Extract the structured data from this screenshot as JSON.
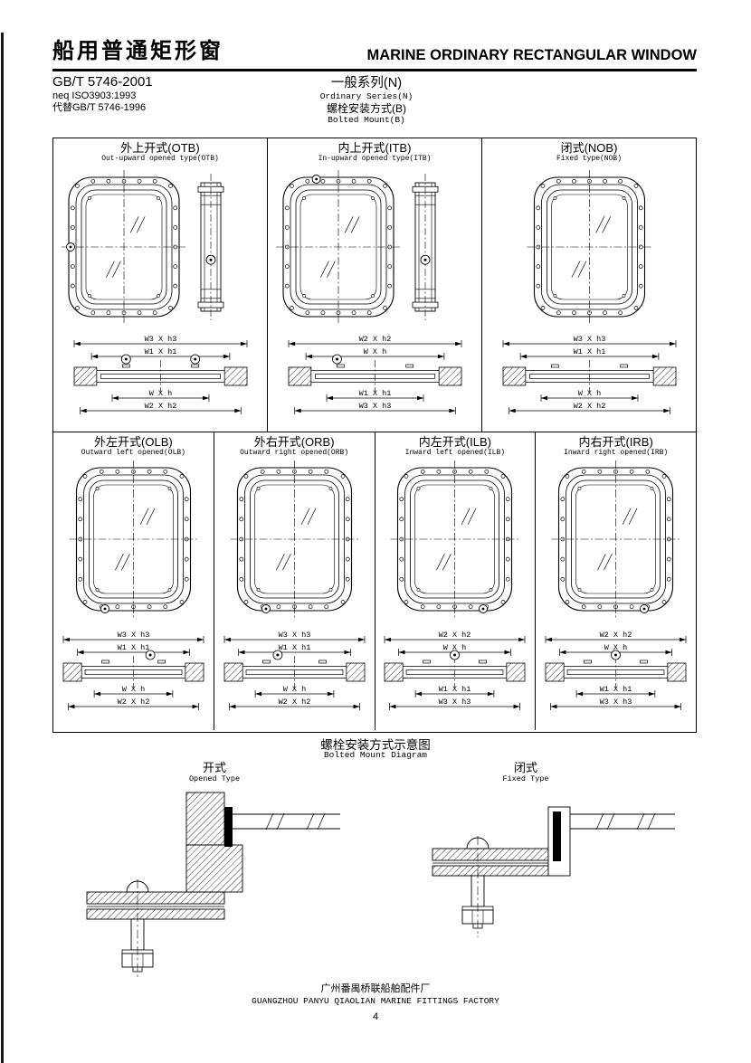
{
  "header": {
    "title_zh": "船用普通矩形窗",
    "title_en": "MARINE ORDINARY RECTANGULAR WINDOW"
  },
  "standard": {
    "code": "GB/T 5746-2001",
    "equivalence": "neq ISO3903:1993",
    "replaces": "代替GB/T 5746-1996"
  },
  "series": {
    "zh": "一般系列(N)",
    "en": "Ordinary Series(N)",
    "mount_zh": "螺栓安装方式(B)",
    "mount_en": "Bolted Mount(B)"
  },
  "panels_row1": [
    {
      "zh": "外上开式(OTB)",
      "en": "Out-upward opened type(OTB)",
      "dims": {
        "top": [
          "W3 X h3",
          "W1 X h1"
        ],
        "bottom": [
          "W X h",
          "W2 X h2"
        ]
      }
    },
    {
      "zh": "内上开式(ITB)",
      "en": "In-upward opened type(ITB)",
      "dims": {
        "top": [
          "W2 X h2",
          "W X h"
        ],
        "bottom": [
          "W1 X h1",
          "W3 X h3"
        ]
      }
    },
    {
      "zh": "闭式(NOB)",
      "en": "Fixed type(NOB)",
      "dims": {
        "top": [
          "W3 X h3",
          "W1 X h1"
        ],
        "bottom": [
          "W X h",
          "W2 X h2"
        ]
      }
    }
  ],
  "panels_row2": [
    {
      "zh": "外左开式(OLB)",
      "en": "Outward left opened(OLB)",
      "dims": {
        "top": [
          "W3 X h3",
          "W1 X h1"
        ],
        "bottom": [
          "W X h",
          "W2 X h2"
        ]
      }
    },
    {
      "zh": "外右开式(ORB)",
      "en": "Outward right opened(ORB)",
      "dims": {
        "top": [
          "W3 X h3",
          "W1 X h1"
        ],
        "bottom": [
          "W X h",
          "W2 X h2"
        ]
      }
    },
    {
      "zh": "内左开式(ILB)",
      "en": "Inward left opened(ILB)",
      "dims": {
        "top": [
          "W2 X h2",
          "W X h"
        ],
        "bottom": [
          "W1 X h1",
          "W3 X h3"
        ]
      }
    },
    {
      "zh": "内右开式(IRB)",
      "en": "Inward right opened(IRB)",
      "dims": {
        "top": [
          "W2 X h2",
          "W X h"
        ],
        "bottom": [
          "W1 X h1",
          "W3 X h3"
        ]
      }
    }
  ],
  "mount": {
    "title_zh": "螺栓安装方式示意图",
    "title_en": "Bolted Mount Diagram",
    "left_zh": "开式",
    "left_en": "Opened Type",
    "right_zh": "闭式",
    "right_en": "Fixed Type"
  },
  "footer": {
    "factory_zh": "广州番禺桥联船舶配件厂",
    "factory_en": "GUANGZHOU PANYU QIAOLIAN MARINE FITTINGS FACTORY",
    "page": "4"
  }
}
